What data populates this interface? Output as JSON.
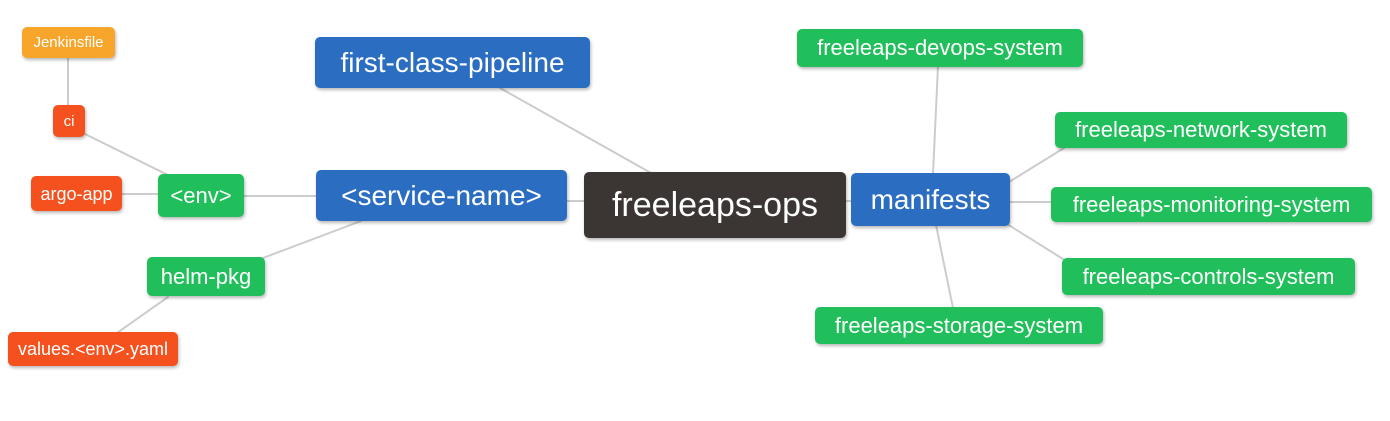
{
  "diagram": {
    "type": "mindmap",
    "background_color": "#ffffff",
    "edge_color": "#cccccc",
    "palette": {
      "root": "#3b3534",
      "branch": "#2a6dc1",
      "sub_branch": "#21bf5b",
      "leaf_red": "#f4511e",
      "leaf_orange": "#f7a52b"
    },
    "nodes": [
      {
        "id": "freeleaps-ops",
        "label": "freeleaps-ops",
        "color": "#3b3534"
      },
      {
        "id": "first-class-pipeline",
        "label": "first-class-pipeline",
        "color": "#2a6dc1"
      },
      {
        "id": "service-name",
        "label": "<service-name>",
        "color": "#2a6dc1"
      },
      {
        "id": "manifests",
        "label": "manifests",
        "color": "#2a6dc1"
      },
      {
        "id": "env",
        "label": "<env>",
        "color": "#21bf5b"
      },
      {
        "id": "helm-pkg",
        "label": "helm-pkg",
        "color": "#21bf5b"
      },
      {
        "id": "argo-app",
        "label": "argo-app",
        "color": "#f4511e"
      },
      {
        "id": "ci",
        "label": "ci",
        "color": "#f4511e"
      },
      {
        "id": "jenkinsfile",
        "label": "Jenkinsfile",
        "color": "#f7a52b"
      },
      {
        "id": "values-env-yaml",
        "label": "values.<env>.yaml",
        "color": "#f4511e"
      },
      {
        "id": "freeleaps-devops-system",
        "label": "freeleaps-devops-system",
        "color": "#21bf5b"
      },
      {
        "id": "freeleaps-network-system",
        "label": "freeleaps-network-system",
        "color": "#21bf5b"
      },
      {
        "id": "freeleaps-monitoring-system",
        "label": "freeleaps-monitoring-system",
        "color": "#21bf5b"
      },
      {
        "id": "freeleaps-controls-system",
        "label": "freeleaps-controls-system",
        "color": "#21bf5b"
      },
      {
        "id": "freeleaps-storage-system",
        "label": "freeleaps-storage-system",
        "color": "#21bf5b"
      }
    ],
    "edges": [
      {
        "from": "jenkinsfile",
        "to": "ci"
      },
      {
        "from": "ci",
        "to": "env"
      },
      {
        "from": "argo-app",
        "to": "env"
      },
      {
        "from": "env",
        "to": "service-name"
      },
      {
        "from": "helm-pkg",
        "to": "service-name"
      },
      {
        "from": "values-env-yaml",
        "to": "helm-pkg"
      },
      {
        "from": "first-class-pipeline",
        "to": "freeleaps-ops"
      },
      {
        "from": "service-name",
        "to": "freeleaps-ops"
      },
      {
        "from": "freeleaps-ops",
        "to": "manifests"
      },
      {
        "from": "manifests",
        "to": "freeleaps-devops-system"
      },
      {
        "from": "manifests",
        "to": "freeleaps-network-system"
      },
      {
        "from": "manifests",
        "to": "freeleaps-monitoring-system"
      },
      {
        "from": "manifests",
        "to": "freeleaps-controls-system"
      },
      {
        "from": "manifests",
        "to": "freeleaps-storage-system"
      }
    ]
  }
}
